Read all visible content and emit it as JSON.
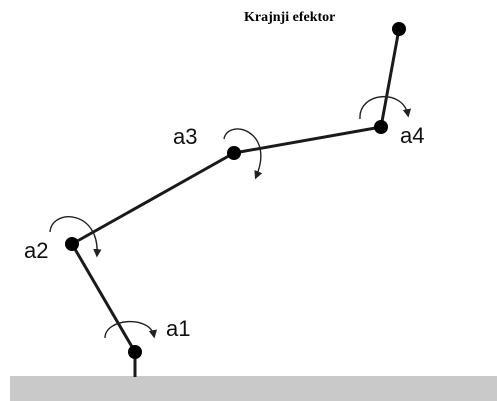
{
  "diagram": {
    "end_effector_label": "Krajnji efektor",
    "joints": [
      {
        "id": "a1",
        "label": "a1"
      },
      {
        "id": "a2",
        "label": "a2"
      },
      {
        "id": "a3",
        "label": "a3"
      },
      {
        "id": "a4",
        "label": "a4"
      }
    ]
  },
  "colors": {
    "link": "#1a1a1a",
    "joint": "#000000",
    "ground": "#c9c9c9",
    "arrow": "#222222"
  }
}
